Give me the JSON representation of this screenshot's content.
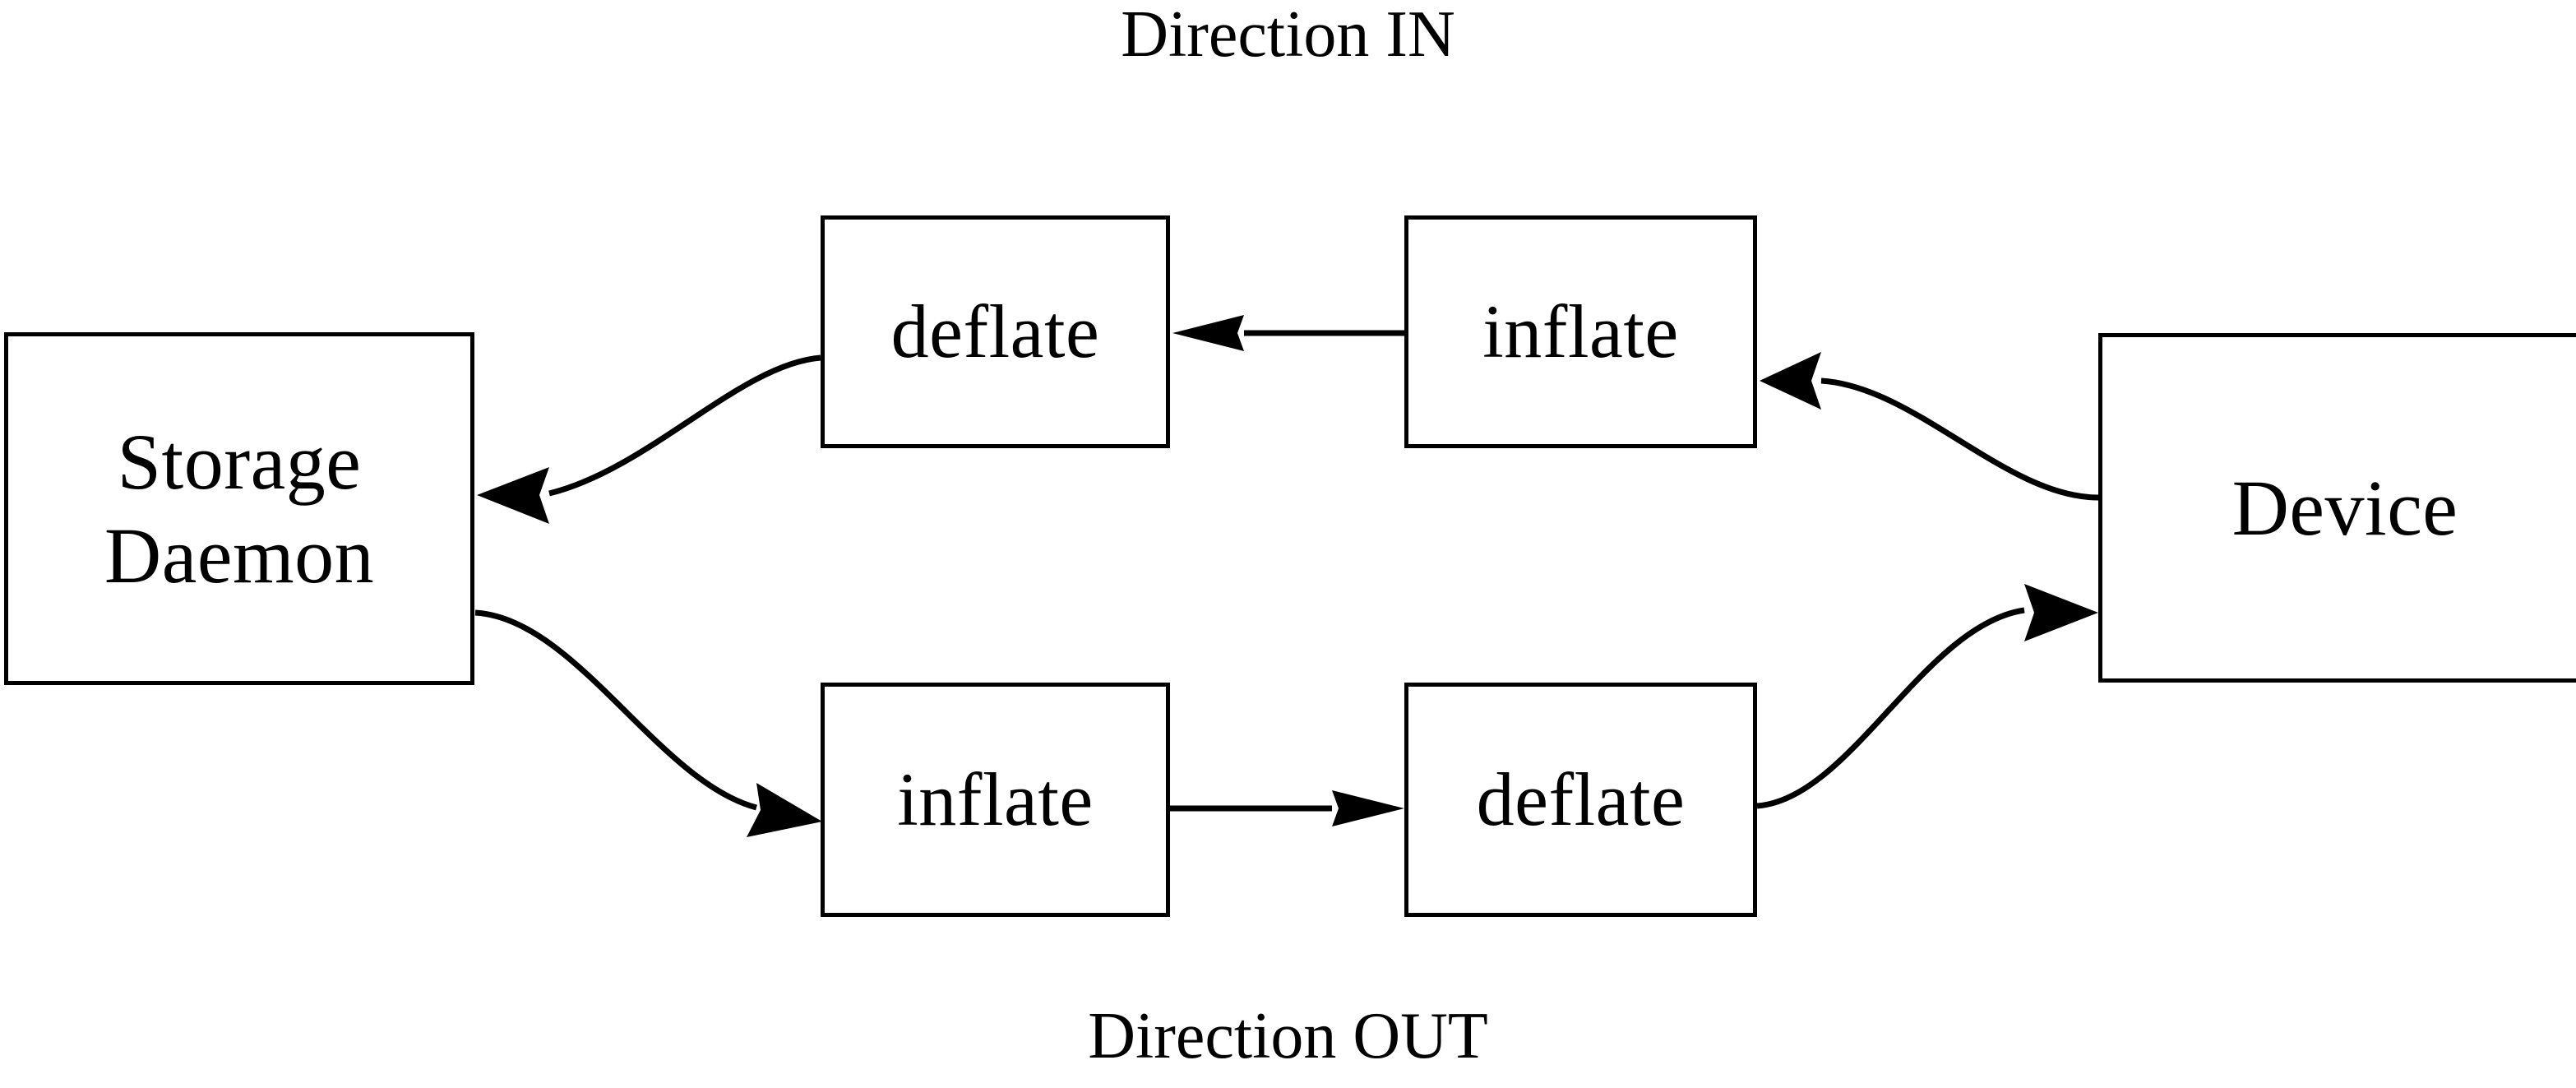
{
  "diagram": {
    "title_top": "Direction IN",
    "title_bottom": "Direction OUT",
    "stroke_color": "#000000",
    "background_color": "#ffffff",
    "nodes": {
      "storage_daemon": {
        "line1": "Storage",
        "line2": "Daemon"
      },
      "deflate_in": {
        "label": "deflate"
      },
      "inflate_in": {
        "label": "inflate"
      },
      "device": {
        "label": "Device"
      },
      "inflate_out": {
        "label": "inflate"
      },
      "deflate_out": {
        "label": "deflate"
      }
    },
    "edges": [
      {
        "name": "device-to-inflate-in",
        "from": "Device",
        "to": "inflate (IN)",
        "style": "curved",
        "arrow": "left"
      },
      {
        "name": "inflate-in-to-deflate-in",
        "from": "inflate (IN)",
        "to": "deflate (IN)",
        "style": "straight",
        "arrow": "left"
      },
      {
        "name": "deflate-in-to-storage-daemon",
        "from": "deflate (IN)",
        "to": "Storage Daemon",
        "style": "curved",
        "arrow": "left"
      },
      {
        "name": "storage-daemon-to-inflate-out",
        "from": "Storage Daemon",
        "to": "inflate (OUT)",
        "style": "curved",
        "arrow": "right"
      },
      {
        "name": "inflate-out-to-deflate-out",
        "from": "inflate (OUT)",
        "to": "deflate (OUT)",
        "style": "straight",
        "arrow": "right"
      },
      {
        "name": "deflate-out-to-device",
        "from": "deflate (OUT)",
        "to": "Device",
        "style": "curved",
        "arrow": "right"
      }
    ]
  }
}
